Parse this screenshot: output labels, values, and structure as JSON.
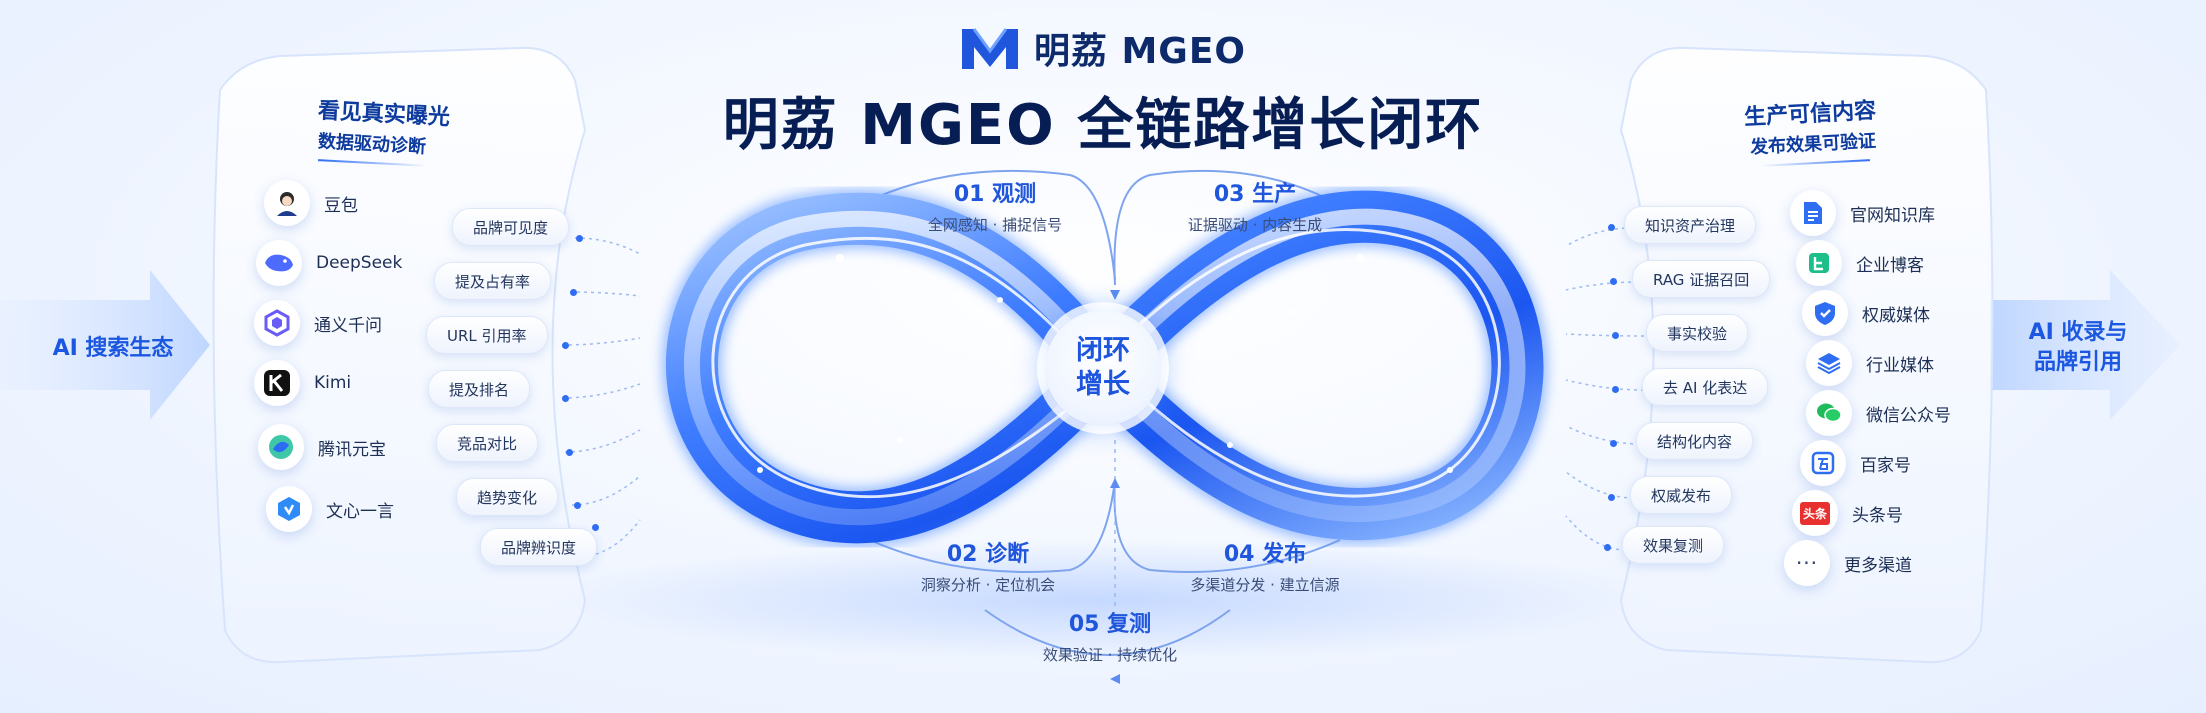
{
  "header": {
    "logo_text": "明荔 MGEO",
    "title": "明荔 MGEO 全链路增长闭环"
  },
  "left_arrow": {
    "label": "AI 搜索生态"
  },
  "right_arrow": {
    "line1": "AI 收录与",
    "line2": "品牌引用"
  },
  "left_panel": {
    "title": "看见真实曝光",
    "subtitle": "数据驱动诊断",
    "apps": [
      {
        "label": "豆包",
        "icon": "doubao-avatar-icon"
      },
      {
        "label": "DeepSeek",
        "icon": "deepseek-whale-icon"
      },
      {
        "label": "通义千问",
        "icon": "tongyi-icon"
      },
      {
        "label": "Kimi",
        "icon": "kimi-icon"
      },
      {
        "label": "腾讯元宝",
        "icon": "yuanbao-icon"
      },
      {
        "label": "文心一言",
        "icon": "wenxin-icon"
      }
    ],
    "metrics": [
      "品牌可见度",
      "提及占有率",
      "URL 引用率",
      "提及排名",
      "竞品对比",
      "趋势变化",
      "品牌辨识度"
    ]
  },
  "right_panel": {
    "title": "生产可信内容",
    "subtitle": "发布效果可验证",
    "tasks": [
      "知识资产治理",
      "RAG 证据召回",
      "事实校验",
      "去 AI 化表达",
      "结构化内容",
      "权威发布",
      "效果复测"
    ],
    "channels": [
      {
        "label": "官网知识库",
        "icon": "doc-icon"
      },
      {
        "label": "企业博客",
        "icon": "blog-icon"
      },
      {
        "label": "权威媒体",
        "icon": "shield-icon"
      },
      {
        "label": "行业媒体",
        "icon": "layers-icon"
      },
      {
        "label": "微信公众号",
        "icon": "wechat-icon"
      },
      {
        "label": "百家号",
        "icon": "baijiahao-icon"
      },
      {
        "label": "头条号",
        "icon": "toutiao-icon",
        "badge": "头条"
      },
      {
        "label": "更多渠道",
        "icon": "more-icon",
        "glyph": "···"
      }
    ]
  },
  "loop": {
    "center_line1": "闭环",
    "center_line2": "增长",
    "stages": [
      {
        "title": "01 观测",
        "sub": "全网感知 · 捕捉信号"
      },
      {
        "title": "03 生产",
        "sub": "证据驱动 · 内容生成"
      },
      {
        "title": "02 诊断",
        "sub": "洞察分析 · 定位机会"
      },
      {
        "title": "04 发布",
        "sub": "多渠道分发 · 建立信源"
      },
      {
        "title": "05 复测",
        "sub": "效果验证 · 持续优化"
      }
    ]
  },
  "colors": {
    "primary": "#1f56dc",
    "dark_navy": "#071e55",
    "accent_blue": "#2f6df3"
  }
}
